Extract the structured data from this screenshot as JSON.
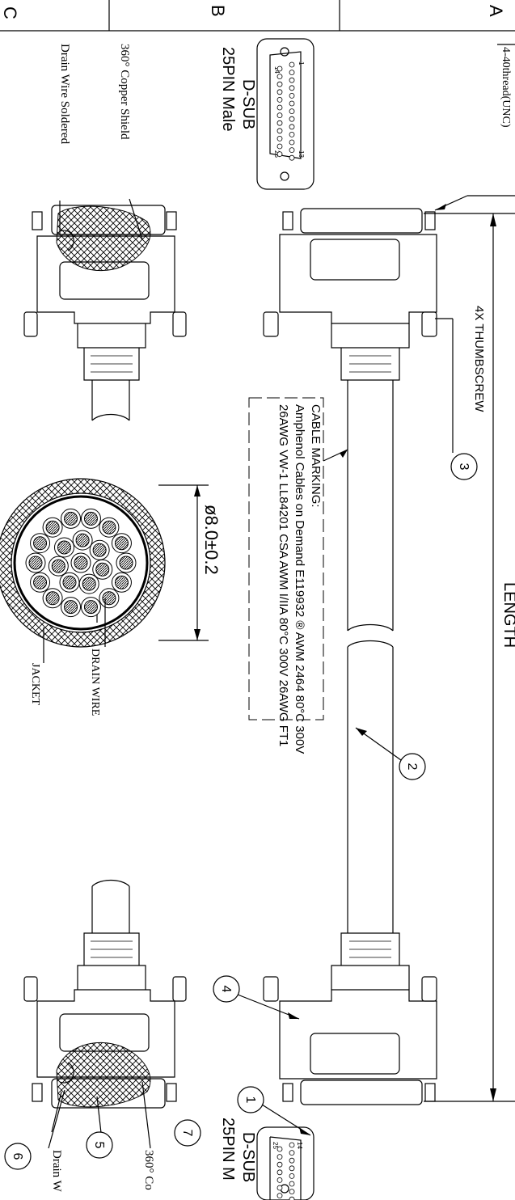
{
  "zones": {
    "a": "A",
    "b": "B",
    "c": "C"
  },
  "labels": {
    "thread": "4-40thread(UNC)",
    "connector_left_title": "D-SUB",
    "connector_left_sub": "25PIN Male",
    "connector_right_title": "D-SUB",
    "connector_right_sub": "25PIN M",
    "copper_shield_left": "360° Copper Shield",
    "drain_wire_left": "Drain Wire Soldered",
    "copper_shield_right": "360° Co",
    "drain_wire_right": "Drain W",
    "thumbscrew": "4X THUMBSCREW",
    "length": "LENGTH",
    "diameter": "ø8.0±0.2",
    "drain_wire": "DRAIN WIRE",
    "jacket": "JACKET"
  },
  "cable_marking": {
    "title": "CABLE MARKING:",
    "line1": "Amphenol Cables on Demand  E119932  ® AWM 2464 80°C 300V",
    "line2": "26AWG VW-1 LL84201 CSA AWM I/IIA 80°C 300V 26AWG FT1"
  },
  "pins": {
    "p1": "1",
    "p13": "13",
    "p14": "14",
    "p25": "25"
  },
  "balloons": [
    "1",
    "2",
    "3",
    "4",
    "5",
    "6",
    "7"
  ],
  "colors": {
    "ink": "#000000",
    "paper": "#ffffff"
  }
}
